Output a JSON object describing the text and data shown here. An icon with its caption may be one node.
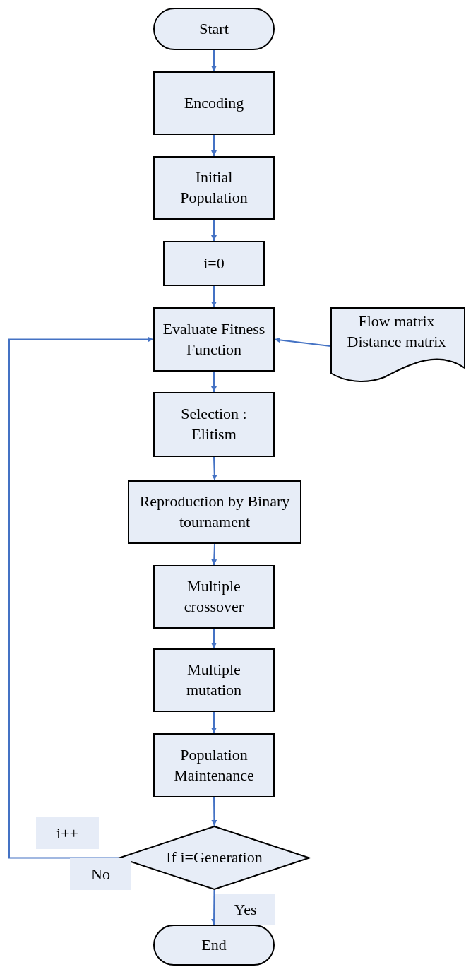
{
  "diagram": {
    "nodes": [
      {
        "text": [
          "Start"
        ]
      },
      {
        "text": [
          "Encoding"
        ]
      },
      {
        "text": [
          "Initial Population"
        ]
      },
      {
        "text": [
          "i=0"
        ]
      },
      {
        "text": [
          "Evaluate Fitness Function"
        ]
      },
      {
        "text": [
          "Flow matrix",
          "Distance matrix"
        ]
      },
      {
        "text": [
          "Selection : Elitism"
        ]
      },
      {
        "text": [
          "Reproduction by Binary tournament"
        ]
      },
      {
        "text": [
          "Multiple crossover"
        ]
      },
      {
        "text": [
          "Multiple mutation"
        ]
      },
      {
        "text": [
          "Population Maintenance"
        ]
      },
      {
        "text": [
          "If i=Generation"
        ]
      },
      {
        "text": [
          "End"
        ]
      }
    ],
    "edges": [
      {
        "from": 0,
        "to": 1,
        "arrow": "to"
      },
      {
        "from": 1,
        "to": 2,
        "arrow": "to"
      },
      {
        "from": 2,
        "to": 3,
        "arrow": "to"
      },
      {
        "from": 3,
        "to": 4,
        "arrow": "to"
      },
      {
        "from": 5,
        "to": 4,
        "arrow": "to"
      },
      {
        "from": 4,
        "to": 6,
        "arrow": "to"
      },
      {
        "from": 6,
        "to": 7,
        "arrow": "to"
      },
      {
        "from": 7,
        "to": 8,
        "arrow": "to"
      },
      {
        "from": 8,
        "to": 9,
        "arrow": "to"
      },
      {
        "from": 9,
        "to": 10,
        "arrow": "to"
      },
      {
        "from": 10,
        "to": 11,
        "arrow": "to"
      },
      {
        "from": 11,
        "to": 4,
        "label": "No",
        "arrow": "to"
      },
      {
        "from": 11,
        "to": 12,
        "label": "Yes",
        "arrow": "to"
      }
    ],
    "labels": [
      "i++"
    ]
  }
}
